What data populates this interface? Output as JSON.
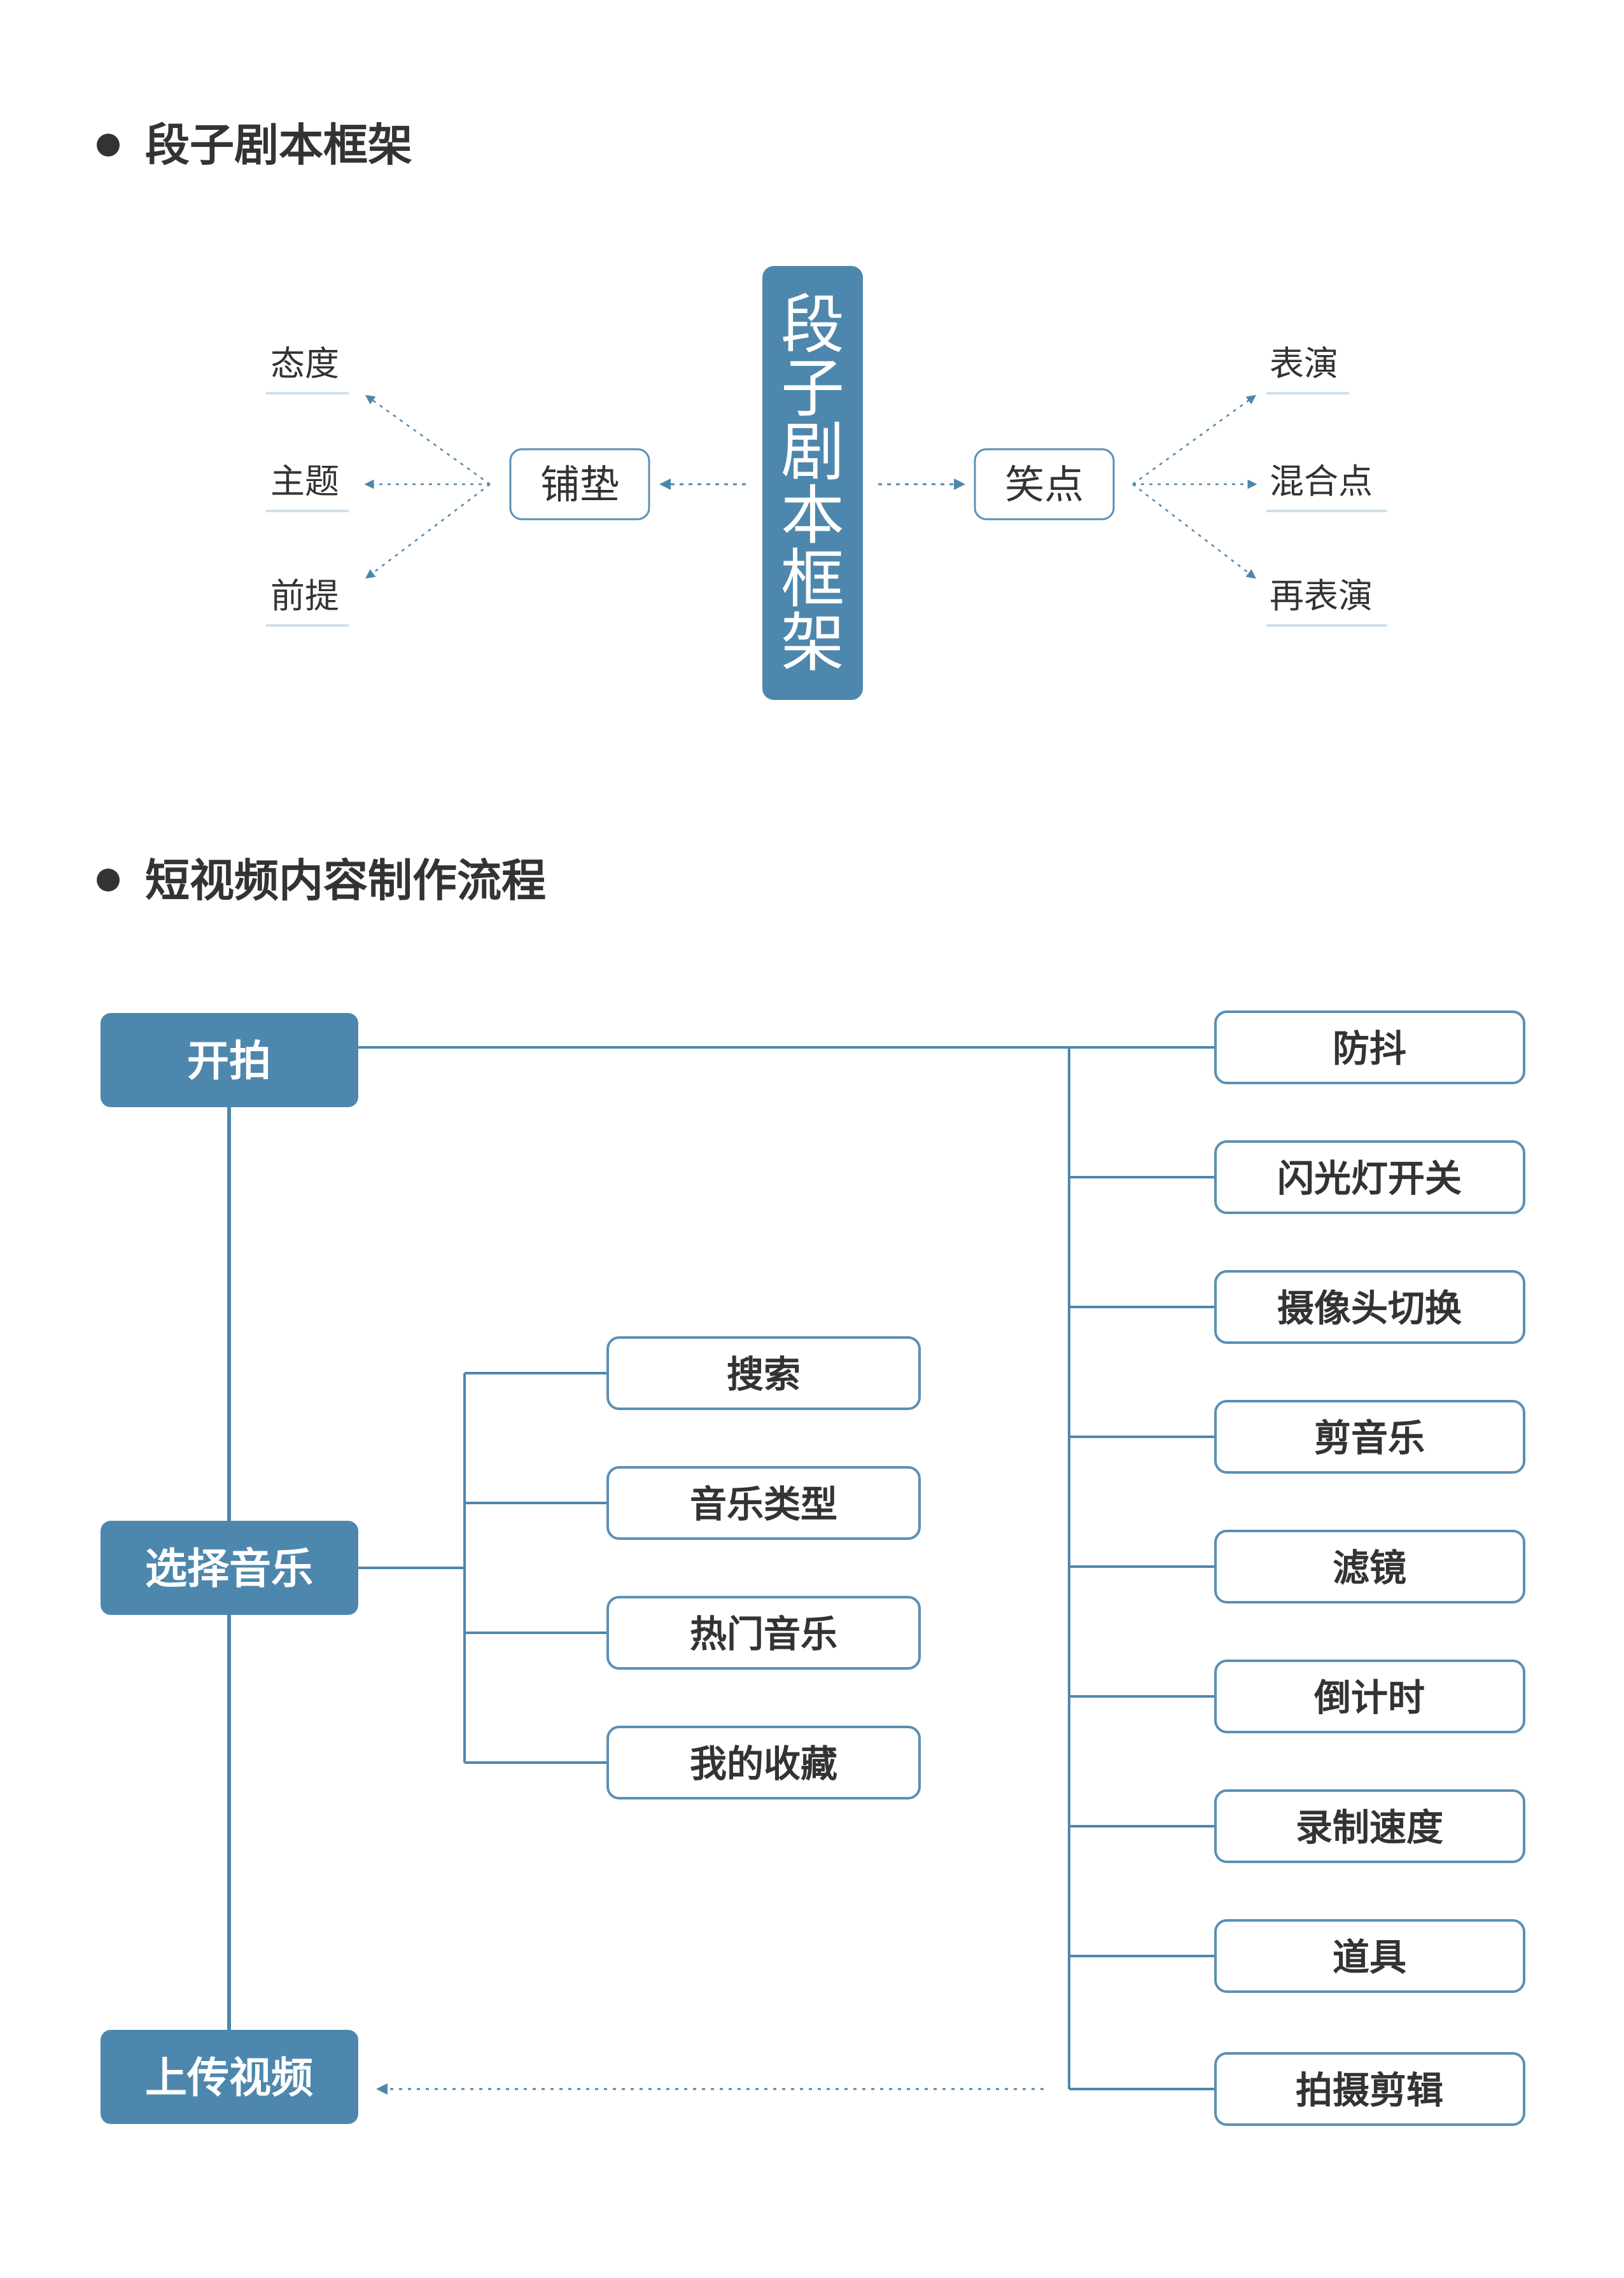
{
  "colors": {
    "accent": "#4e87ad",
    "border": "#5a8fb4",
    "line": "#4e87ad",
    "text": "#333333",
    "underline": "#cfe0ec"
  },
  "section1": {
    "title": "段子剧本框架",
    "center": [
      "段",
      "子",
      "剧",
      "本",
      "框",
      "架"
    ],
    "left_box": "铺垫",
    "right_box": "笑点",
    "left_items": [
      "态度",
      "主题",
      "前提"
    ],
    "right_items": [
      "表演",
      "混合点",
      "再表演"
    ]
  },
  "section2": {
    "title": "短视频内容制作流程",
    "main_nodes": [
      "开拍",
      "选择音乐",
      "上传视频"
    ],
    "music_items": [
      "搜索",
      "音乐类型",
      "热门音乐",
      "我的收藏"
    ],
    "shoot_items": [
      "防抖",
      "闪光灯开关",
      "摄像头切换",
      "剪音乐",
      "滤镜",
      "倒计时",
      "录制速度",
      "道具",
      "拍摄剪辑"
    ]
  }
}
